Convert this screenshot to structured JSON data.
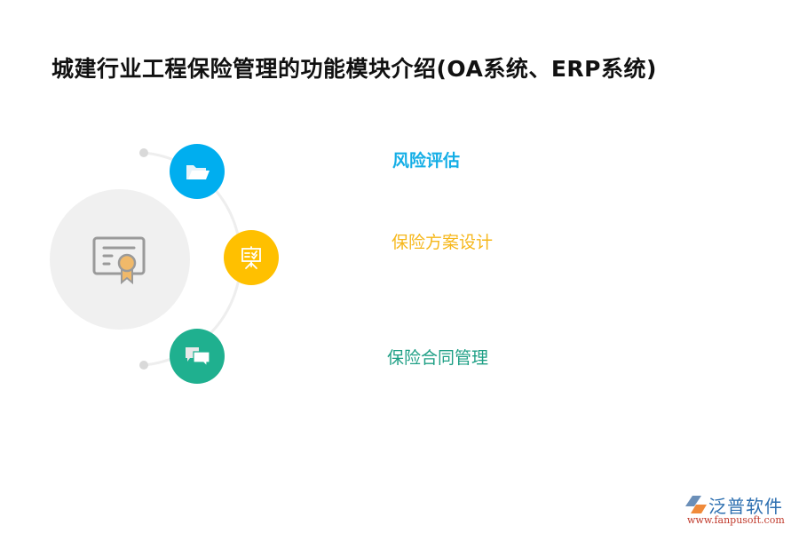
{
  "title": "城建行业工程保险管理的功能模块介绍(OA系统、ERP系统)",
  "diagram": {
    "center_icon": "certificate-icon",
    "modules": [
      {
        "label": "风险评估",
        "icon": "folder-open-icon",
        "color": "#00aeef"
      },
      {
        "label": "保险方案设计",
        "icon": "presentation-board-icon",
        "color": "#ffc000"
      },
      {
        "label": "保险合同管理",
        "icon": "chat-bubbles-icon",
        "color": "#1fb08f"
      }
    ],
    "colors": {
      "arc": "#eeeeee",
      "dot": "#d9d9d9",
      "center_circle": "#f0f0f0",
      "certificate_outline": "#9a9a9a",
      "medal": "#f0b96a"
    }
  },
  "logo": {
    "brand": "泛普软件",
    "url": "www.fanpusoft.com"
  }
}
